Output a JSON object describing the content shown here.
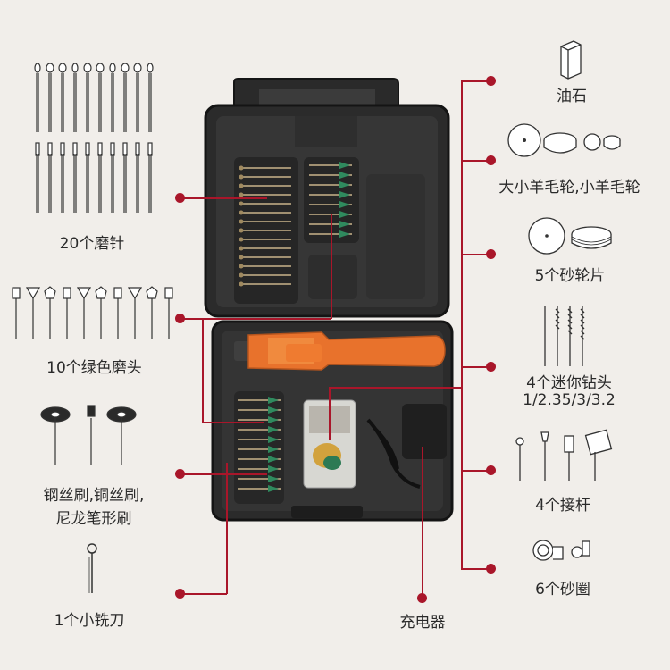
{
  "accent": "#a9162a",
  "left_items": [
    {
      "id": "needles",
      "label": "20个磨针"
    },
    {
      "id": "green-heads",
      "label": "10个绿色磨头"
    },
    {
      "id": "brushes",
      "label_line1": "钢丝刷,铜丝刷,",
      "label_line2": "尼龙笔形刷"
    },
    {
      "id": "cutter",
      "label": "1个小铣刀"
    }
  ],
  "right_items": [
    {
      "id": "oilstone",
      "label": "油石"
    },
    {
      "id": "felt-wheels",
      "label": "大小羊毛轮,小羊毛轮"
    },
    {
      "id": "cut-discs",
      "label": "5个砂轮片"
    },
    {
      "id": "drill-bits",
      "label_line1": "4个迷你钻头",
      "label_line2": "1/2.35/3/3.2"
    },
    {
      "id": "mandrels",
      "label": "4个接杆"
    },
    {
      "id": "sand-rings",
      "label": "6个砂圈"
    }
  ],
  "bottom_item": {
    "id": "charger",
    "label": "充电器"
  }
}
